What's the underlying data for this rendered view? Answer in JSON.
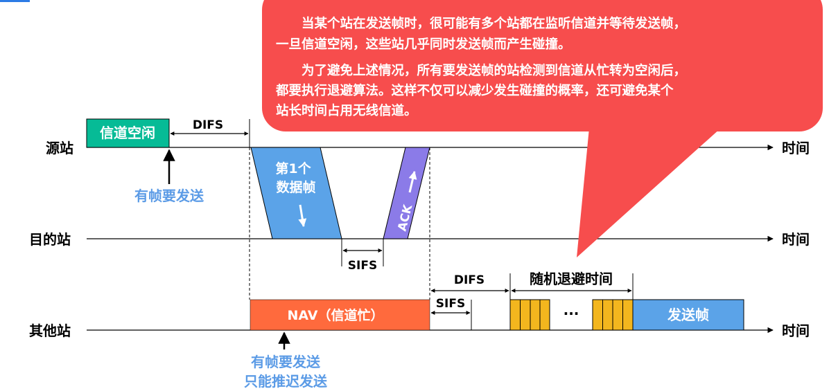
{
  "callout": {
    "lines": [
      "　　当某个站在发送帧时，很可能有多个站都在监听信道并等待发送帧，",
      "一旦信道空闲，这些站几乎同时发送帧而产生碰撞。",
      "　　为了避免上述情况，所有要发送帧的站检测到信道从忙转为空闲后，",
      "都要执行退避算法。这样不仅可以减少发生碰撞的概率，还可避免某个",
      "站长时间占用无线信道。"
    ],
    "color": "#F74D4D"
  },
  "stations": {
    "source": "源站",
    "destination": "目的站",
    "others": "其他站",
    "time_label": "时间"
  },
  "source": {
    "idle_box": "信道空闲",
    "difs": "DIFS",
    "has_frame": "有帧要发送"
  },
  "frames": {
    "data_frame_line1": "第1个",
    "data_frame_line2": "数据帧",
    "ack": "ACK",
    "sifs": "SIFS"
  },
  "others": {
    "nav": "NAV（信道忙）",
    "sifs": "SIFS",
    "difs": "DIFS",
    "backoff": "随机退避时间",
    "ellipsis": "···",
    "send_frame": "发送帧",
    "note_line1": "有帧要发送",
    "note_line2": "只能推迟发送"
  },
  "colors": {
    "idle": "#06BB96",
    "data_frame": "#5BA3E8",
    "ack": "#8B7BE8",
    "nav": "#FF6A3D",
    "slot": "#F3B61E",
    "note": "#5B9BE6"
  }
}
